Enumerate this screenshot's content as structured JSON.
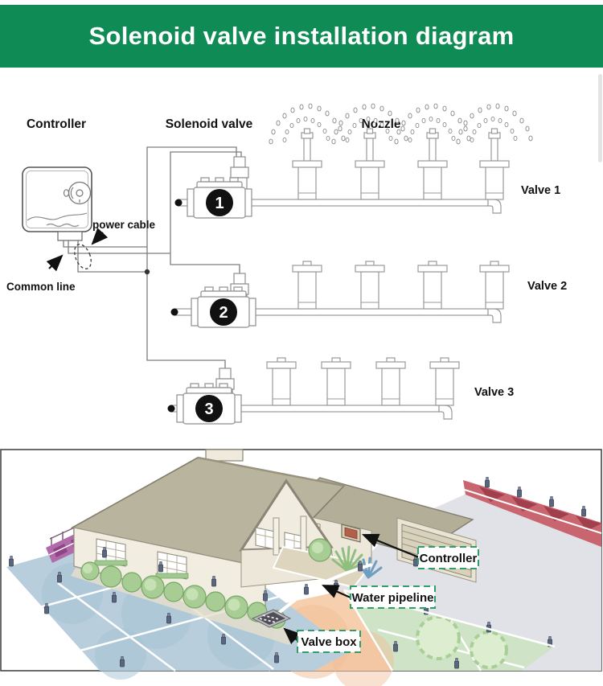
{
  "banner": {
    "title": "Solenoid valve installation diagram",
    "bg_color": "#0f8b55",
    "text_color": "#ffffff"
  },
  "schematic": {
    "headings": {
      "controller": "Controller",
      "solenoid_valve": "Solenoid valve",
      "nozzle": "Nozzle"
    },
    "annotations": {
      "power_cable": "power cable",
      "common_line": "Common line"
    },
    "valves": [
      {
        "number": "1",
        "label": "Valve 1",
        "nozzle_count": 4,
        "nozzle_state": "spraying"
      },
      {
        "number": "2",
        "label": "Valve 2",
        "nozzle_count": 4,
        "nozzle_state": "retracted"
      },
      {
        "number": "3",
        "label": "Valve 3",
        "nozzle_count": 4,
        "nozzle_state": "retracted"
      }
    ]
  },
  "illustration": {
    "labels": {
      "controller": "Controller",
      "water_pipeline": "Water pipeline",
      "valve_box": "Valve box"
    },
    "label_style": {
      "border_color": "#2f9e68",
      "background": "#ffffff",
      "text_color": "#111111"
    },
    "zone_colors": {
      "lawn_left": "#b9cedd",
      "lawn_front": "#cfe4c6",
      "yard_orange": "#f6d0ae",
      "curb_red": "#c9656f",
      "flower_purple": "#b06ba8",
      "driveway": "#e1e1e8",
      "roof": "#b9b49e",
      "walls": "#f2ede1"
    }
  }
}
